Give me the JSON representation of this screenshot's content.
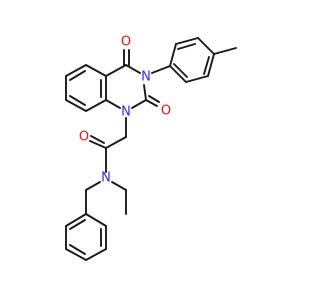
{
  "molecule": {
    "atoms": {
      "o4": {
        "symbol": "O",
        "color": "#ff0d0d"
      },
      "n3": {
        "symbol": "N",
        "color": "#2c2cff"
      },
      "o2": {
        "symbol": "O",
        "color": "#ff0d0d"
      },
      "n1": {
        "symbol": "N",
        "color": "#2c2cff"
      },
      "oam": {
        "symbol": "O",
        "color": "#ff0d0d"
      },
      "nam": {
        "symbol": "N",
        "color": "#2c2cff"
      }
    },
    "bond_color": "#1a1a1a"
  }
}
